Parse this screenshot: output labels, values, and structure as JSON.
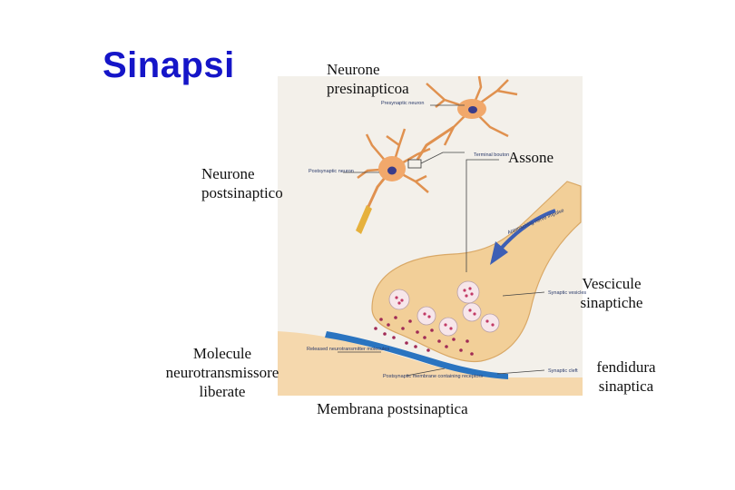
{
  "title": "Sinapsi",
  "labels": {
    "presynaptic": "Neurone\npresinapticoa",
    "postsynaptic": "Neurone\npostsinaptico",
    "axon": "Assone",
    "vesicles": "Vescicule\nsinaptiche",
    "molecules": "Molecule\nneurotransmissore\nliberate",
    "cleft": "fendidura\nsinaptica",
    "membrane": "Membrana postsinaptica"
  },
  "figure_labels": {
    "presynaptic_neuron": "Presynaptic neuron",
    "terminal_bouton": "Terminal bouton",
    "postsynaptic_neuron": "Postsynaptic neuron",
    "nerve_impulse": "Approaching nerve impulse",
    "synaptic_vesicles": "Synaptic vesicles",
    "released_molecules": "Released neurotransmitter molecules",
    "postsynaptic_membrane": "Postsynaptic membrane containing receptors",
    "synaptic_cleft": "Synaptic cleft"
  },
  "colors": {
    "title": "#1515c8",
    "bouton": "#f2cf98",
    "membrane": "#2a74c0",
    "vesicle": "#c23a66",
    "arrow": "#3d5fb5"
  }
}
